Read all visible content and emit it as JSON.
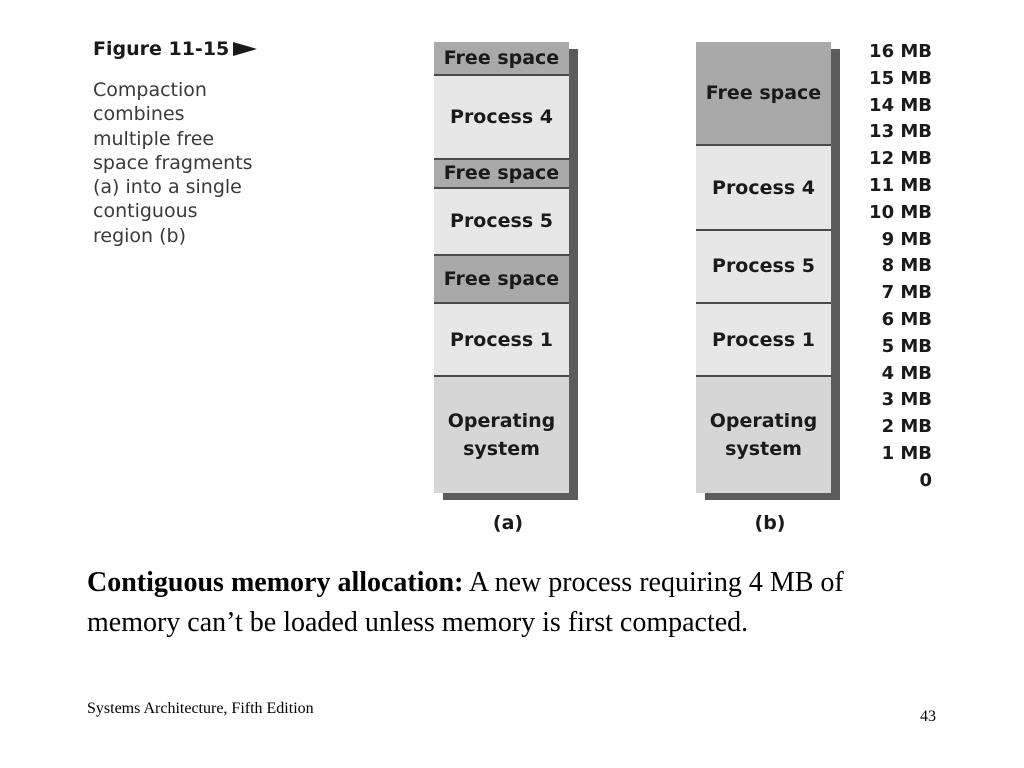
{
  "figure": {
    "label": "Figure 11-15",
    "caption_lines": [
      "Compaction",
      "combines",
      "multiple free",
      "space fragments",
      "(a) into a single",
      "contiguous",
      "region (b)"
    ]
  },
  "diagram": {
    "column_a": {
      "label": "(a)",
      "blocks": [
        {
          "lines": [
            "Free space"
          ],
          "kind": "free",
          "top_mb": 16,
          "bottom_mb": 14.8
        },
        {
          "lines": [
            "Process 4"
          ],
          "kind": "process",
          "top_mb": 14.8,
          "bottom_mb": 11.8
        },
        {
          "lines": [
            "Free space"
          ],
          "kind": "free",
          "top_mb": 11.8,
          "bottom_mb": 10.8
        },
        {
          "lines": [
            "Process 5"
          ],
          "kind": "process",
          "top_mb": 10.8,
          "bottom_mb": 8.4
        },
        {
          "lines": [
            "Free space"
          ],
          "kind": "free",
          "top_mb": 8.4,
          "bottom_mb": 6.7
        },
        {
          "lines": [
            "Process 1"
          ],
          "kind": "process",
          "top_mb": 6.7,
          "bottom_mb": 4.1
        },
        {
          "lines": [
            "Operating",
            "system"
          ],
          "kind": "os",
          "top_mb": 4.1,
          "bottom_mb": 0
        }
      ]
    },
    "column_b": {
      "label": "(b)",
      "blocks": [
        {
          "lines": [
            "Free space"
          ],
          "kind": "free",
          "top_mb": 16,
          "bottom_mb": 12.3
        },
        {
          "lines": [
            "Process 4"
          ],
          "kind": "process",
          "top_mb": 12.3,
          "bottom_mb": 9.3
        },
        {
          "lines": [
            "Process 5"
          ],
          "kind": "process",
          "top_mb": 9.3,
          "bottom_mb": 6.7
        },
        {
          "lines": [
            "Process 1"
          ],
          "kind": "process",
          "top_mb": 6.7,
          "bottom_mb": 4.1
        },
        {
          "lines": [
            "Operating",
            "system"
          ],
          "kind": "os",
          "top_mb": 4.1,
          "bottom_mb": 0
        }
      ]
    },
    "scale_labels": [
      "16 MB",
      "15 MB",
      "14 MB",
      "13 MB",
      "12 MB",
      "11 MB",
      "10 MB",
      "9 MB",
      "8 MB",
      "7 MB",
      "6 MB",
      "5 MB",
      "4 MB",
      "3 MB",
      "2 MB",
      "1 MB",
      "0"
    ],
    "colors": {
      "free": "#a9a9a9",
      "process": "#e7e7e7",
      "os": "#d6d6d6"
    }
  },
  "bullet": {
    "bold": "Contiguous memory allocation:",
    "text": " A new process requiring 4 MB of memory can’t be loaded unless memory is first compacted."
  },
  "footer": {
    "left": "Systems Architecture, Fifth Edition",
    "page": "43"
  }
}
